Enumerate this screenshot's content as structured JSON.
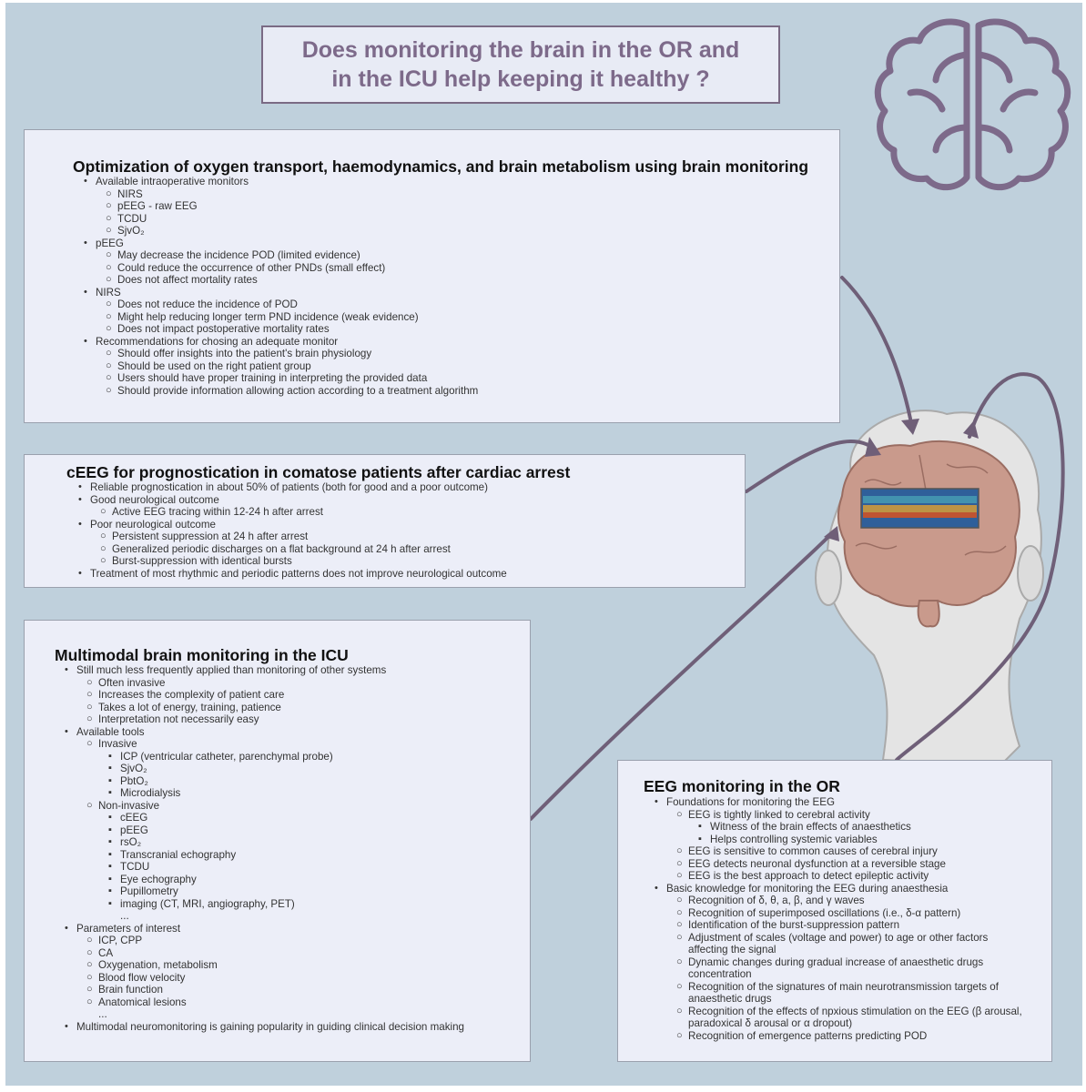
{
  "title": "Does monitoring the brain in the OR and\nin the ICU help keeping it healthy ?",
  "colors": {
    "accent": "#7d6a8a",
    "background": "#bfd0dc",
    "panel": "#eceef8"
  },
  "icons": [
    "brain-outline-icon",
    "head-brain-eeg-illustration"
  ],
  "panel1": {
    "heading": "Optimization of oxygen transport, haemodynamics, and brain metabolism using brain monitoring",
    "g1": "Available intraoperative monitors",
    "g1_items": [
      "NIRS",
      "pEEG - raw EEG",
      "TCDU",
      "SjvO₂"
    ],
    "g2": "pEEG",
    "g2_items": [
      "May decrease the incidence POD (limited evidence)",
      "Could reduce the occurrence of other PNDs (small effect)",
      "Does not affect mortality rates"
    ],
    "g3": "NIRS",
    "g3_items": [
      "Does not reduce the incidence of POD",
      "Might help reducing longer term PND incidence (weak evidence)",
      "Does not impact postoperative mortality rates"
    ],
    "g4": "Recommendations for chosing an adequate monitor",
    "g4_items": [
      "Should offer insights into the patient's brain physiology",
      "Should be used on the right patient group",
      "Users should have proper training in interpreting the provided data",
      "Should provide information allowing action according to a treatment algorithm"
    ]
  },
  "panel2": {
    "heading": "cEEG for prognostication in comatose patients after cardiac arrest",
    "i1": "Reliable prognostication in about 50% of patients (both for good and a poor outcome)",
    "i2": "Good neurological outcome",
    "i2_items": [
      "Active EEG tracing within 12-24 h after arrest"
    ],
    "i3": "Poor neurological outcome",
    "i3_items": [
      "Persistent suppression at 24 h after arrest",
      "Generalized periodic discharges on a flat background at 24 h after arrest",
      "Burst-suppression with identical bursts"
    ],
    "i4": "Treatment of most rhythmic and periodic patterns does not improve neurological outcome"
  },
  "panel3": {
    "heading": "Multimodal brain monitoring in the ICU",
    "i1": "Still much less frequently applied than monitoring of other systems",
    "i1_items": [
      "Often invasive",
      "Increases the complexity of patient care",
      "Takes a lot of energy, training, patience",
      "Interpretation not necessarily easy"
    ],
    "i2": "Available tools",
    "invasive": "Invasive",
    "invasive_items": [
      "ICP (ventricular catheter, parenchymal probe)",
      "SjvO₂",
      "PbtO₂",
      "Microdialysis"
    ],
    "noninvasive": "Non-invasive",
    "noninvasive_items": [
      "cEEG",
      "pEEG",
      "rsO₂",
      "Transcranial echography",
      "TCDU",
      "Eye echography",
      "Pupillometry",
      "imaging (CT, MRI, angiography, PET)"
    ],
    "ellipsis": "...",
    "i3": "Parameters of interest",
    "i3_items": [
      "ICP, CPP",
      "CA",
      "Oxygenation, metabolism",
      "Blood flow velocity",
      "Brain function",
      "Anatomical lesions"
    ],
    "i4": "Multimodal neuromonitoring is gaining popularity in guiding clinical decision making"
  },
  "panel4": {
    "heading": "EEG monitoring in the OR",
    "i1": "Foundations for monitoring the EEG",
    "s1": "EEG is tightly linked to cerebral activity",
    "s1_items": [
      "Witness of the brain effects of anaesthetics",
      "Helps controlling systemic variables"
    ],
    "s_rest": [
      "EEG is sensitive to common causes of cerebral injury",
      "EEG detects neuronal dysfunction at a reversible stage",
      "EEG is the best approach to detect epileptic activity"
    ],
    "i2": "Basic knowledge for monitoring the EEG during anaesthesia",
    "i2_items": [
      "Recognition of δ, θ, a, β, and γ waves",
      "Recognition of superimposed oscillations (i.e., δ-α pattern)",
      "Identification of the burst-suppression pattern",
      "Adjustment of scales (voltage and power) to age or other factors affecting the signal",
      "Dynamic changes during gradual increase of anaesthetic drugs concentration",
      "Recognition of the signatures of main neurotransmission targets of anaesthetic drugs",
      "Recognition of the effects of npxious stimulation on the EEG (β arousal, paradoxical δ arousal or α dropout)",
      "Recognition of emergence patterns predicting POD"
    ]
  }
}
